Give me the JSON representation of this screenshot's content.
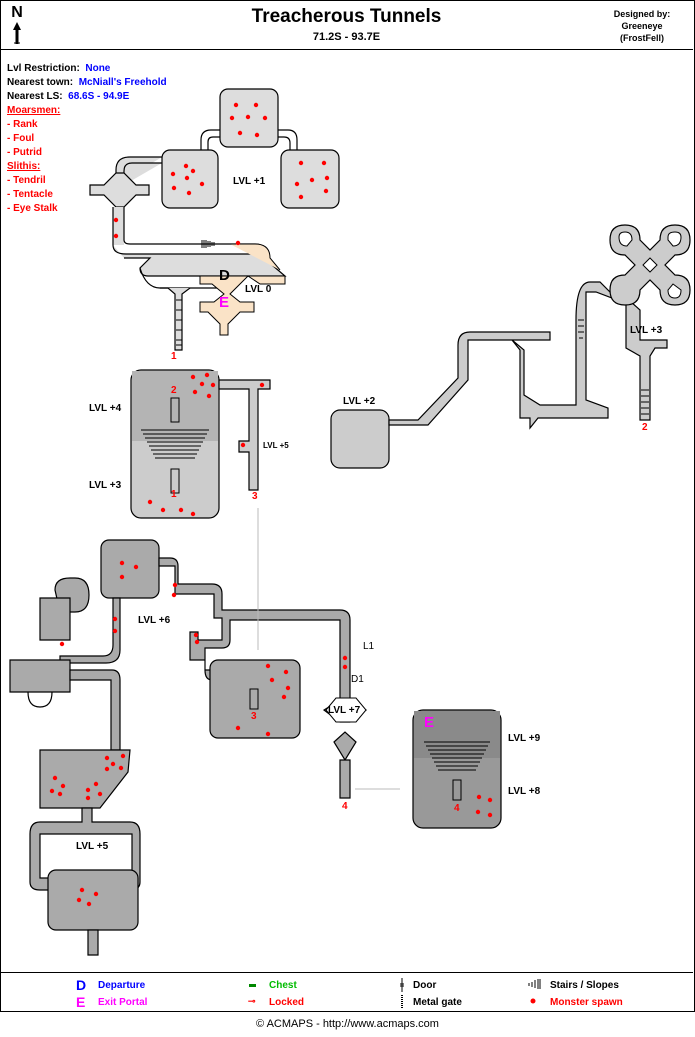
{
  "header": {
    "north": "N",
    "title": "Treacherous Tunnels",
    "coords": "71.2S - 93.7E",
    "designed_by_label": "Designed by:",
    "designer": "Greeneye",
    "designer_group": "(FrostFell)"
  },
  "info": {
    "lvl_restriction_label": "Lvl Restriction:",
    "lvl_restriction": "None",
    "nearest_town_label": "Nearest town:",
    "nearest_town": "McNiall's Freehold",
    "nearest_ls_label": "Nearest LS:",
    "nearest_ls": "68.6S - 94.9E",
    "monster_groups": [
      {
        "name": "Moarsmen:",
        "members": [
          "- Rank",
          "- Foul",
          "- Putrid"
        ]
      },
      {
        "name": "Slithis:",
        "members": [
          "- Tendril",
          "- Tentacle",
          "- Eye Stalk"
        ]
      }
    ]
  },
  "map": {
    "level_labels": [
      "LVL +1",
      "LVL 0",
      "LVL +4",
      "LVL +3",
      "LVL +5",
      "LVL +2",
      "LVL +3",
      "LVL +6",
      "LVL +7",
      "LVL +9",
      "LVL +8",
      "LVL +5"
    ],
    "markers": {
      "departure": "D",
      "exit": "E",
      "exit2": "E",
      "lever": "L1",
      "door": "D1"
    },
    "stair_numbers": [
      "1",
      "2",
      "1",
      "3",
      "2",
      "3",
      "4",
      "4"
    ]
  },
  "legend": {
    "items": [
      {
        "symbol": "D",
        "label": "Departure",
        "color": "#0000ff"
      },
      {
        "symbol": "E",
        "label": "Exit Portal",
        "color": "#ff00ff"
      },
      {
        "symbol": "chest-icon",
        "label": "Chest",
        "color": "#00aa00"
      },
      {
        "symbol": "locked-icon",
        "label": "Locked",
        "color": "#ff0000"
      },
      {
        "symbol": "door-icon",
        "label": "Door",
        "color": "#000000"
      },
      {
        "symbol": "metal-gate-icon",
        "label": "Metal gate",
        "color": "#000000"
      },
      {
        "symbol": "stairs-icon",
        "label": "Stairs / Slopes",
        "color": "#000000"
      },
      {
        "symbol": "monster-spawn-icon",
        "label": "Monster spawn",
        "color": "#ff0000"
      }
    ]
  },
  "footer": "© ACMAPS - http://www.acmaps.com"
}
